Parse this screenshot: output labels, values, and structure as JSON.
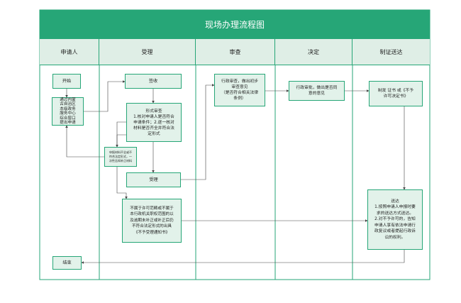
{
  "title": "现场办理流程图",
  "lanes": [
    "申请人",
    "受理",
    "审查",
    "决定",
    "制证送达"
  ],
  "nodes": {
    "start": "开始",
    "apply": "通过内蒙\n古自治区\n本级政务\n服务中心\n综合窗口\n提出申请",
    "sign": "签收",
    "formal_review": "形式审查\n1.核对申请人是否符合\n申请条件；2.逐一核对\n材料是否齐全并符合法\n定形式",
    "correction": "申报材料不全或不\n符合法定形式，一\n次性告知补正材料",
    "accept": "受理",
    "reject": "不属于许可范畴或不属于\n本行政机关职权范围的以\n及逾期未补正或补正后仍\n不符合法定形式的出具\n《不予受理通知书》",
    "examine": "行政审查，做出初步\n审查意见\n（是否符合相关法律\n条例）",
    "decide": "行政审批，做出是否同\n意的意见",
    "certify": "制发 证书 或《不予\n许可决定书》",
    "deliver": "送达\n1.按照申请人申报时要\n求的送达方式送达。\n2.对不予许可的，告知\n申请人享有依法申请行\n政复议或者提起行政诉\n讼的权利。",
    "end": "结束"
  },
  "colors": {
    "accent": "#26a677",
    "lane_head": "#dfeee6",
    "node_fill": "#e2f2ea",
    "arrow": "#444444"
  }
}
